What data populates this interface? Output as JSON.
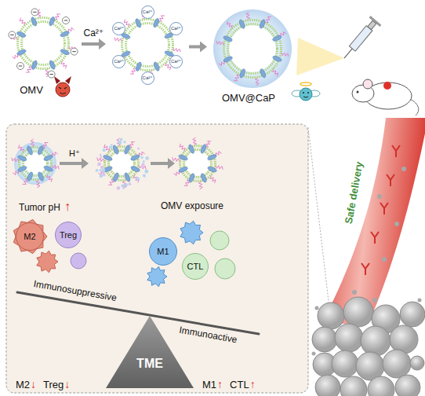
{
  "diagram": {
    "nodes": [
      {
        "text": [
          "OMV"
        ]
      },
      {
        "text": [
          "Ca²⁺",
          "Ca²⁺",
          "Ca²⁺",
          "Ca²⁺",
          "Ca²⁺",
          "Ca²⁺"
        ]
      },
      {
        "text": [
          "OMV@CaP"
        ]
      },
      {
        "text": [
          "M2"
        ]
      },
      {
        "text": [
          "Treg"
        ]
      },
      {
        "text": [
          "M1"
        ]
      },
      {
        "text": [
          "CTL"
        ]
      },
      {
        "text": [
          "TME"
        ]
      }
    ],
    "edges": [
      {
        "from": 0,
        "to": 1,
        "arrow": "to",
        "label": "Ca²⁺"
      },
      {
        "from": 1,
        "to": 2,
        "arrow": "to"
      }
    ],
    "labels": [
      "H⁺",
      "Tumor pH",
      "↑",
      "OMV exposure",
      "Safe delivery",
      "Immunosuppressive",
      "Immunoactive",
      "M2",
      "↓",
      "Treg",
      "↓",
      "M1",
      "↑",
      "CTL",
      "↑"
    ]
  }
}
